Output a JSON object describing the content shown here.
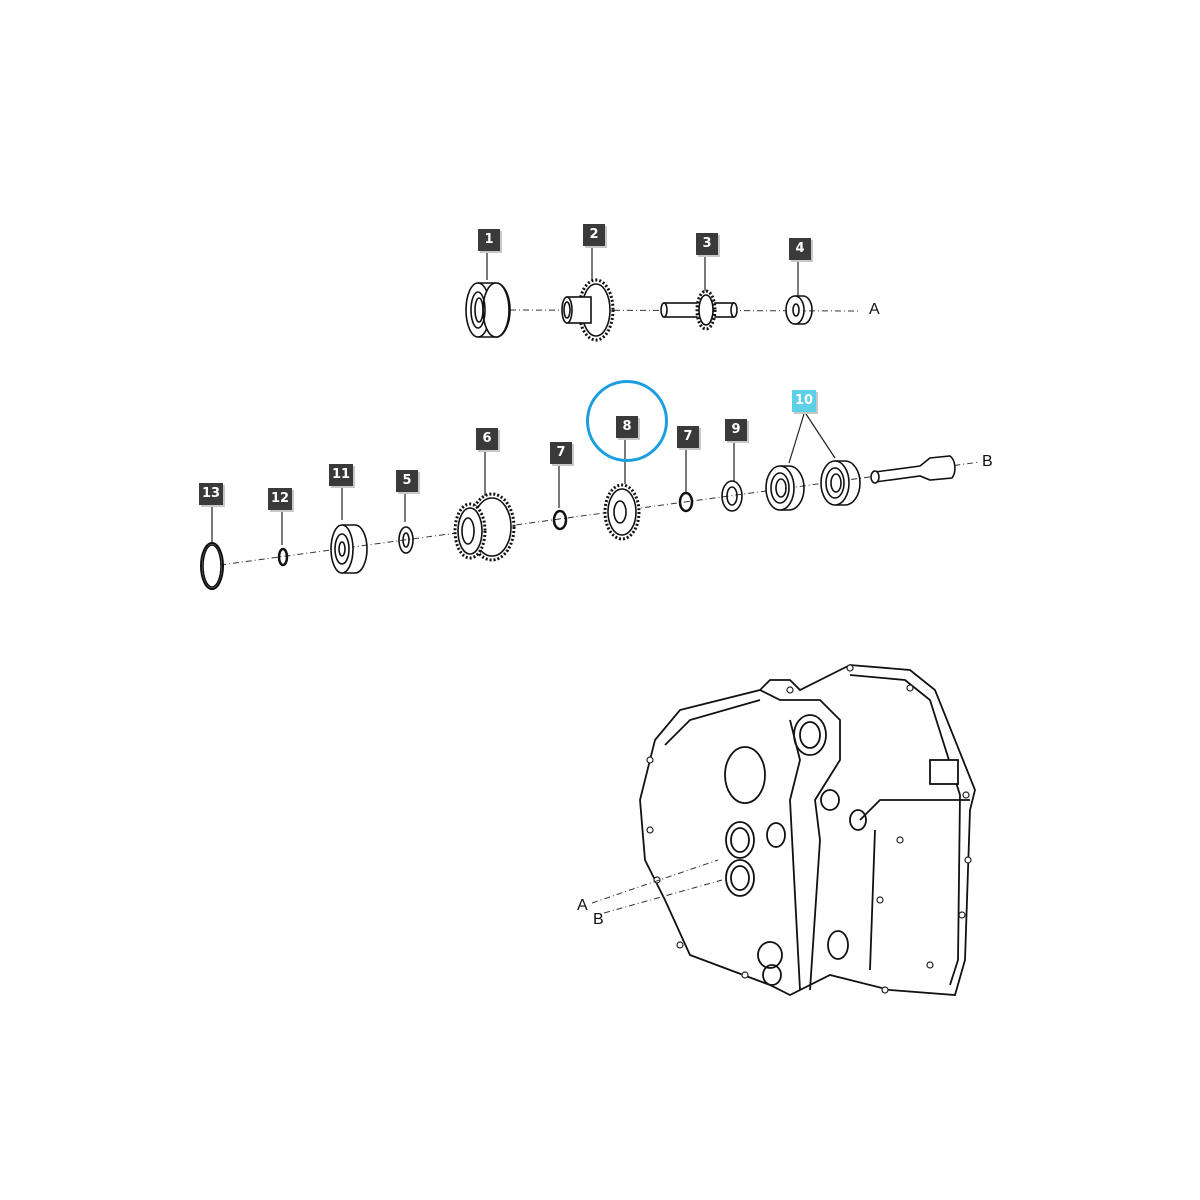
{
  "diagram": {
    "type": "exploded-parts-view",
    "subject": "transmission gear shafts and housing",
    "highlight_color": "#1a9ee0",
    "callout_color": "#3a3a3a",
    "selected_callout_color": "#5bd0e6"
  },
  "callouts": [
    {
      "id": "1",
      "label": "1",
      "part": "bearing"
    },
    {
      "id": "2",
      "label": "2",
      "part": "gear"
    },
    {
      "id": "3",
      "label": "3",
      "part": "pinion shaft"
    },
    {
      "id": "4",
      "label": "4",
      "part": "bushing"
    },
    {
      "id": "5",
      "label": "5",
      "part": "washer"
    },
    {
      "id": "6",
      "label": "6",
      "part": "double gear"
    },
    {
      "id": "7a",
      "label": "7",
      "part": "circlip"
    },
    {
      "id": "8",
      "label": "8",
      "part": "gear",
      "circled": true
    },
    {
      "id": "7b",
      "label": "7",
      "part": "circlip"
    },
    {
      "id": "9",
      "label": "9",
      "part": "washer"
    },
    {
      "id": "10",
      "label": "10",
      "part": "bearings (x2)",
      "selected": true
    },
    {
      "id": "11",
      "label": "11",
      "part": "bearing"
    },
    {
      "id": "12",
      "label": "12",
      "part": "circlip"
    },
    {
      "id": "13",
      "label": "13",
      "part": "o-ring"
    }
  ],
  "axis_markers": {
    "top_row_end": "A",
    "middle_row_end": "B",
    "housing_a": "A",
    "housing_b": "B"
  }
}
